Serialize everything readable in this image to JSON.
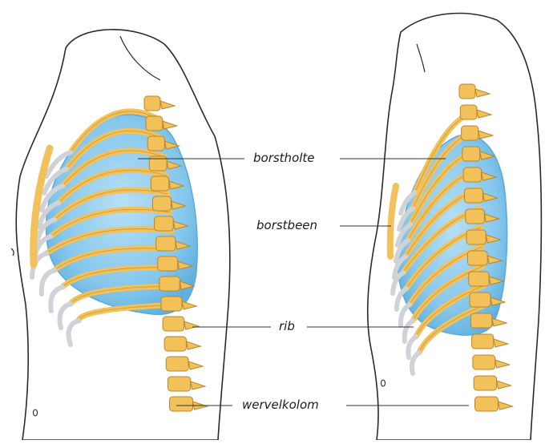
{
  "labels": {
    "chest_cavity": "borstholte",
    "sternum": "borstbeen",
    "rib": "rib",
    "spine": "wervelkolom"
  },
  "colors": {
    "outline": "#2a2a2a",
    "skin": "#ffffff",
    "lung": "#8ccbed",
    "lung_edge": "#5aa6d6",
    "bone": "#f2c15a",
    "bone_edge": "#b8862a",
    "cartilage": "#cfd3d8",
    "leader": "#333333"
  }
}
